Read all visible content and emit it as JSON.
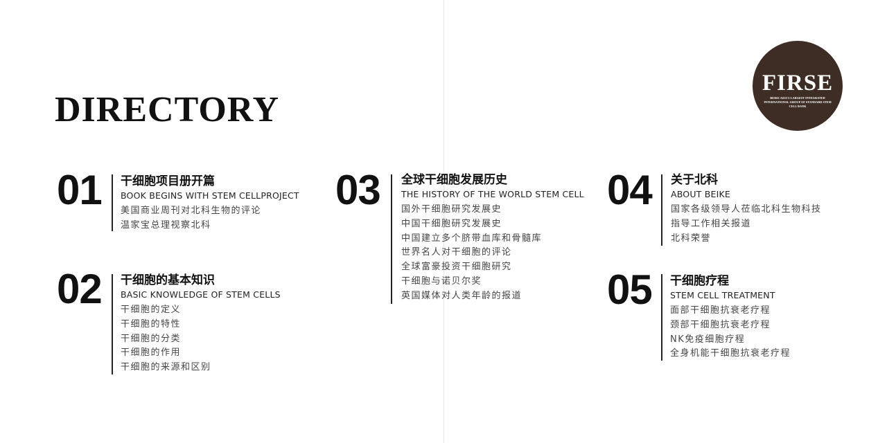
{
  "heading": "DIRECTORY",
  "logo": {
    "name": "FIRSE",
    "tagline": "BEIKE ASIA'S LARGEST INTEGRATED INTERNATIONAL GROUP OF STANDARD STEM CELL BANK",
    "color": "#3d2d25"
  },
  "sections": [
    {
      "number": "01",
      "title": "干细胞项目册开篇",
      "subtitle": "BOOK BEGINS WITH STEM CELLPROJECT",
      "items": [
        "美国商业周刊对北科生物的评论",
        "温家宝总理视察北科"
      ]
    },
    {
      "number": "02",
      "title": "干细胞的基本知识",
      "subtitle": "BASIC KNOWLEDGE OF STEM CELLS",
      "items": [
        "干细胞的定义",
        "干细胞的特性",
        "干细胞的分类",
        "干细胞的作用",
        "干细胞的来源和区别"
      ]
    },
    {
      "number": "03",
      "title": "全球干细胞发展历史",
      "subtitle": "THE HISTORY OF THE WORLD STEM CELL",
      "items": [
        "国外干细胞研究发展史",
        "中国干细胞研究发展史",
        "中国建立多个脐带血库和骨髓库",
        "世界名人对干细胞的评论",
        "全球富豪投资干细胞研究",
        "干细胞与诺贝尔奖",
        "英国媒体对人类年龄的报道"
      ]
    },
    {
      "number": "04",
      "title": "关于北科",
      "subtitle": "ABOUT BEIKE",
      "items": [
        "国家各级领导人莅临北科生物科技",
        "指导工作相关报道",
        "北科荣誉"
      ]
    },
    {
      "number": "05",
      "title": "干细胞疗程",
      "subtitle": "STEM CELL TREATMENT",
      "items": [
        "面部干细胞抗衰老疗程",
        "颈部干细胞抗衰老疗程",
        "NK免疫细胞疗程",
        "全身机能干细胞抗衰老疗程"
      ]
    }
  ]
}
